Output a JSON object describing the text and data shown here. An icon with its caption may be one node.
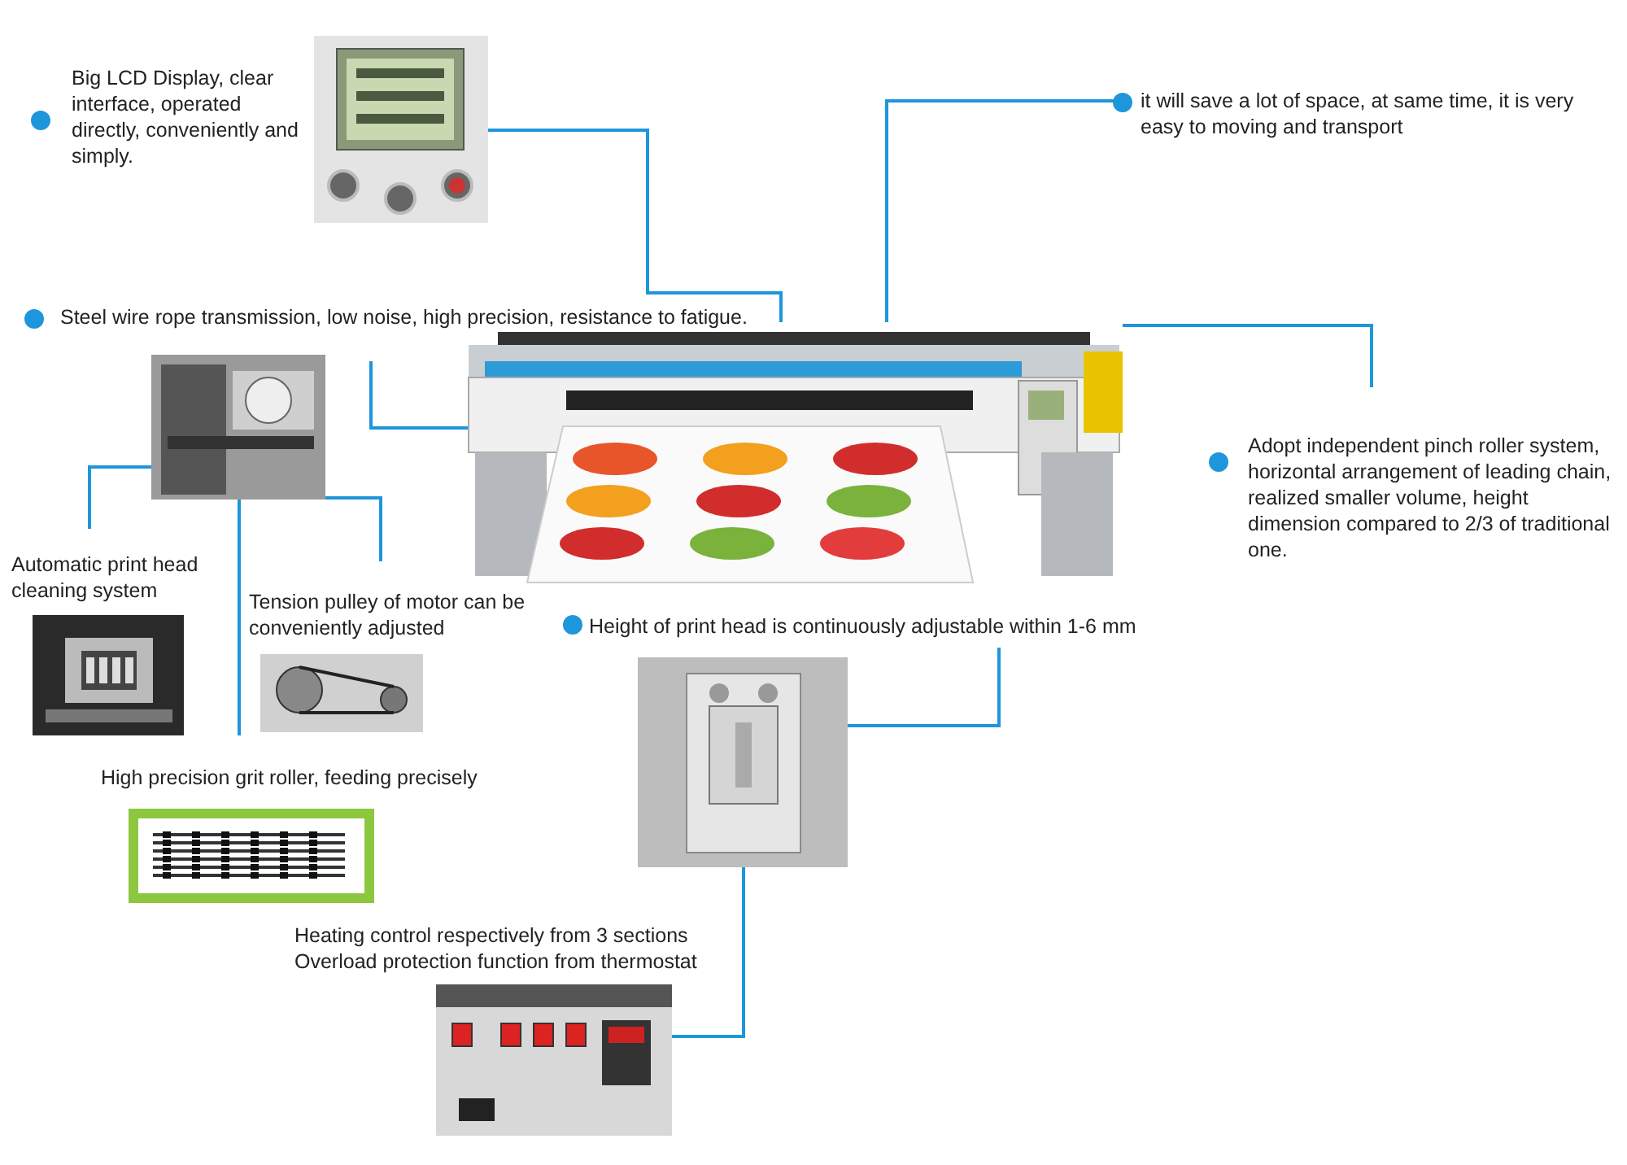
{
  "diagram": {
    "nodes": [
      {
        "text": [
          "Big LCD Display, clear interface, operated directly, conveniently and simply."
        ]
      },
      {
        "text": [],
        "shape": "picture"
      },
      {
        "text": [
          "it will save a lot of space, at same time, it is very easy to moving and transport"
        ]
      },
      {
        "text": [
          "Steel wire rope transmission, low noise, high precision,  resistance to fatigue."
        ]
      },
      {
        "text": [],
        "shape": "picture"
      },
      {
        "text": [
          "Adopt independent pinch roller system, horizontal arrangement of leading chain, realized smaller volume, height dimension compared to 2/3 of traditional one."
        ]
      },
      {
        "text": [],
        "shape": "picture"
      },
      {
        "text": [
          "Automatic print head cleaning system"
        ]
      },
      {
        "text": [],
        "shape": "picture"
      },
      {
        "text": [
          "Tension pulley of motor can be conveniently adjusted"
        ]
      },
      {
        "text": [],
        "shape": "picture"
      },
      {
        "text": [
          "Height of print head is continuously adjustable within 1-6 mm"
        ]
      },
      {
        "text": [],
        "shape": "picture"
      },
      {
        "text": [
          "High precision grit roller, feeding precisely"
        ]
      },
      {
        "text": [],
        "shape": "picture"
      },
      {
        "text": [
          "Heating control respectively from 3 sections",
          "Overload protection function from thermostat"
        ]
      },
      {
        "text": [],
        "shape": "picture"
      }
    ],
    "edges": [
      {
        "from": 1,
        "to": 4,
        "arrow": "none"
      },
      {
        "from": 2,
        "to": 4,
        "arrow": "none"
      },
      {
        "from": 3,
        "to": 4,
        "arrow": "none"
      },
      {
        "from": 4,
        "to": 5,
        "arrow": "none"
      },
      {
        "from": 6,
        "to": 7,
        "arrow": "none"
      },
      {
        "from": 6,
        "to": 13,
        "arrow": "none"
      },
      {
        "from": 6,
        "to": 9,
        "arrow": "none"
      },
      {
        "from": 12,
        "to": 11,
        "arrow": "none"
      },
      {
        "from": 16,
        "to": 12,
        "arrow": "none"
      }
    ]
  }
}
